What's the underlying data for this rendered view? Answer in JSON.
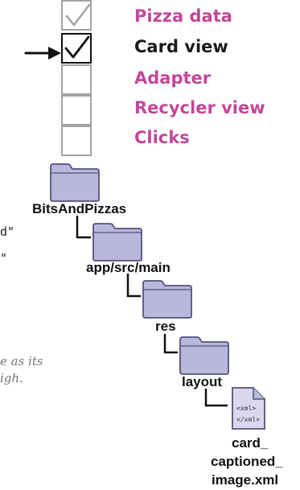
{
  "progress": {
    "steps": [
      {
        "label": "Pizza data",
        "color": "#c2479a",
        "checked": true,
        "current": false
      },
      {
        "label": "Card view",
        "color": "#1a1a1a",
        "checked": true,
        "current": true
      },
      {
        "label": "Adapter",
        "color": "#c2479a",
        "checked": false,
        "current": false
      },
      {
        "label": "Recycler view",
        "color": "#c2479a",
        "checked": false,
        "current": false
      },
      {
        "label": "Clicks",
        "color": "#c2479a",
        "checked": false,
        "current": false
      }
    ]
  },
  "tree": {
    "root": "BitsAndPizzas",
    "app": "app/src/main",
    "res": "res",
    "layout": "layout",
    "file": {
      "line1": "card_",
      "line2": "captioned_",
      "line3": "image.xml",
      "icon_text_top": "<xml>",
      "icon_text_bottom": "</xml>"
    }
  },
  "code_fragments": {
    "line1": "d\"",
    "line2": "\""
  },
  "annotation": {
    "line1": "e as its",
    "line2": "igh."
  },
  "colors": {
    "folder_fill": "#b9b7dc",
    "folder_stroke": "#55527a",
    "connector": "#111111"
  }
}
